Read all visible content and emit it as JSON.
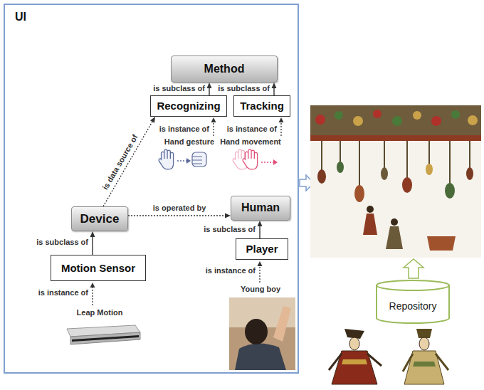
{
  "diagram": {
    "nodes": [
      {
        "text": [
          "UI"
        ]
      },
      {
        "text": [
          "Method"
        ],
        "in": 0
      },
      {
        "text": [
          "Recognizing"
        ],
        "in": 0
      },
      {
        "text": [
          "Tracking"
        ],
        "in": 0
      },
      {
        "text": [
          "Device"
        ],
        "in": 0
      },
      {
        "text": [
          "Human"
        ],
        "in": 0
      },
      {
        "text": [
          "Motion Sensor"
        ],
        "in": 0
      },
      {
        "text": [
          "Player"
        ],
        "in": 0
      },
      {
        "text": [
          "Repository"
        ]
      }
    ],
    "edges": [
      {
        "from": 2,
        "to": 1,
        "arrow": "to",
        "label": "is subclass of"
      },
      {
        "from": 3,
        "to": 1,
        "arrow": "to",
        "label": "is subclass of"
      },
      {
        "from": 4,
        "to": 2,
        "arrow": "to",
        "label": "is data source of"
      },
      {
        "from": 4,
        "to": 5,
        "arrow": "to",
        "label": "is operated by"
      },
      {
        "from": 6,
        "to": 4,
        "arrow": "to",
        "label": "is subclass of"
      },
      {
        "from": 7,
        "to": 5,
        "arrow": "to",
        "label": "is subclass of"
      }
    ],
    "labels": [
      "is instance of",
      "Hand gesture",
      "is instance of",
      "Hand movement",
      "is instance of",
      "Leap Motion",
      "is instance of",
      "Young boy"
    ]
  }
}
